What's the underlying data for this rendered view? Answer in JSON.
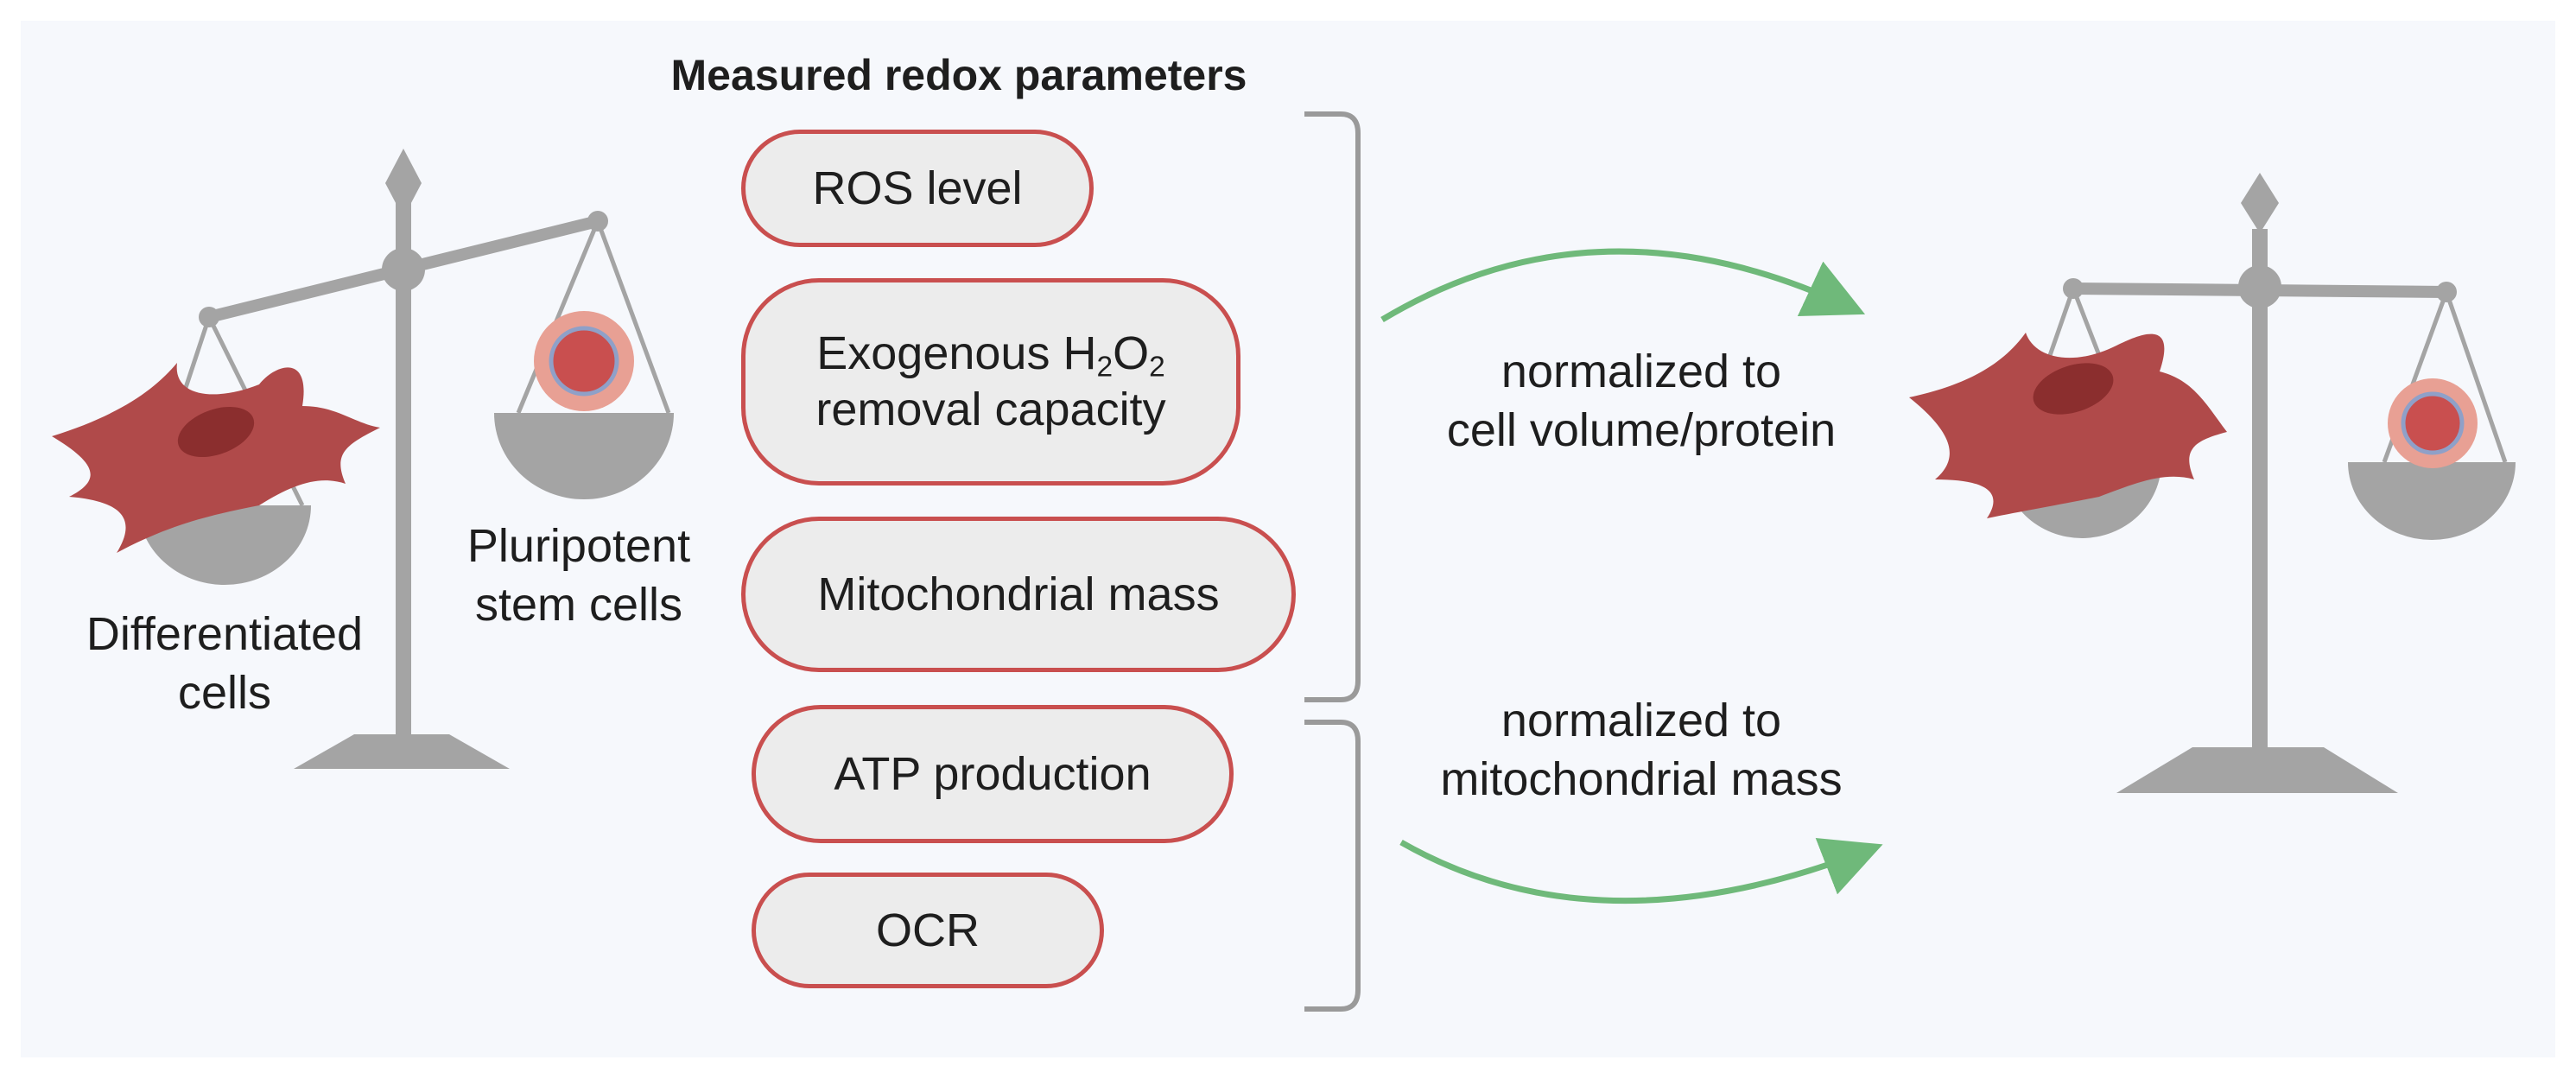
{
  "title": "Measured redox parameters",
  "parameters": {
    "ros": "ROS level",
    "h2o2_line1_prefix": "Exogenous H",
    "h2o2_sub1": "2",
    "h2o2_mid": "O",
    "h2o2_sub2": "2",
    "h2o2_line2": "removal capacity",
    "mito_mass": "Mitochondrial mass",
    "atp": "ATP production",
    "ocr": "OCR"
  },
  "labels": {
    "differentiated_line1": "Differentiated",
    "differentiated_line2": "cells",
    "pluripotent_line1": "Pluripotent",
    "pluripotent_line2": "stem cells",
    "norm_volume_line1": "normalized to",
    "norm_volume_line2": "cell volume/protein",
    "norm_mito_line1": "normalized to",
    "norm_mito_line2": "mitochondrial mass"
  },
  "colors": {
    "panel_bg": "#f6f8fc",
    "pill_border": "#c94f4f",
    "pill_fill": "#ececec",
    "scale_grey": "#a4a4a4",
    "cell_red": "#b04a4a",
    "arrow_green": "#6fb97a"
  }
}
